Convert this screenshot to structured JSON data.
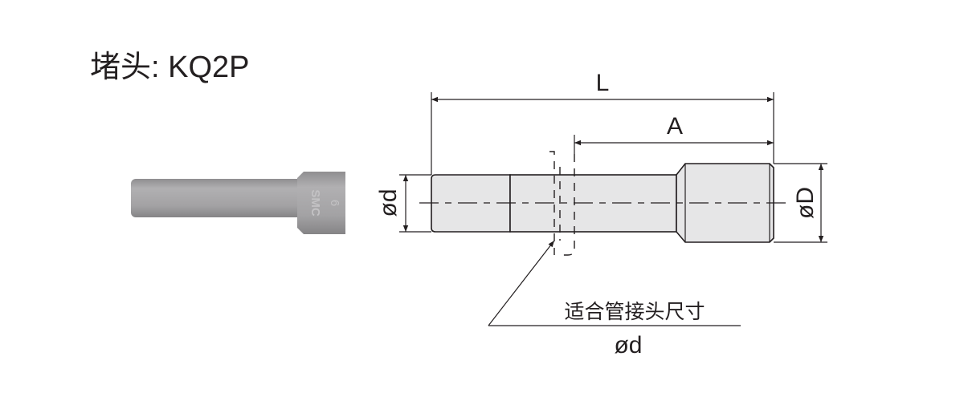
{
  "title": "堵头: KQ2P",
  "photo": {
    "brand_mark": "SMC",
    "size_mark": "6"
  },
  "dimensions": {
    "L": "L",
    "A": "A",
    "od_small": "ød",
    "od_large": "øD"
  },
  "callout": {
    "label": "适合管接头尺寸",
    "value": "ød"
  },
  "colors": {
    "line": "#231f20",
    "fill": "#e6e6e7",
    "photo": "#a7a6a8"
  }
}
